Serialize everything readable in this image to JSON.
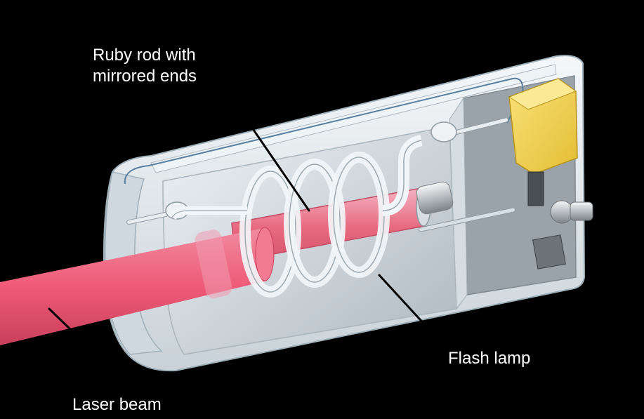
{
  "labels": {
    "ruby_rod_line1": "Ruby rod with",
    "ruby_rod_line2": "mirrored ends",
    "flash_lamp": "Flash lamp",
    "laser_beam": "Laser beam"
  },
  "colors": {
    "background": "#000000",
    "housing": "#dfe5ea",
    "housing_edge": "#b8c4cc",
    "ruby": "#e8506e",
    "beam": "#ef5a77",
    "lamp_glass": "#e9eef2",
    "power_box": "#f2d24c",
    "wire": "#5a7fa0",
    "label_text": "#ffffff",
    "leader_line": "#000000"
  }
}
